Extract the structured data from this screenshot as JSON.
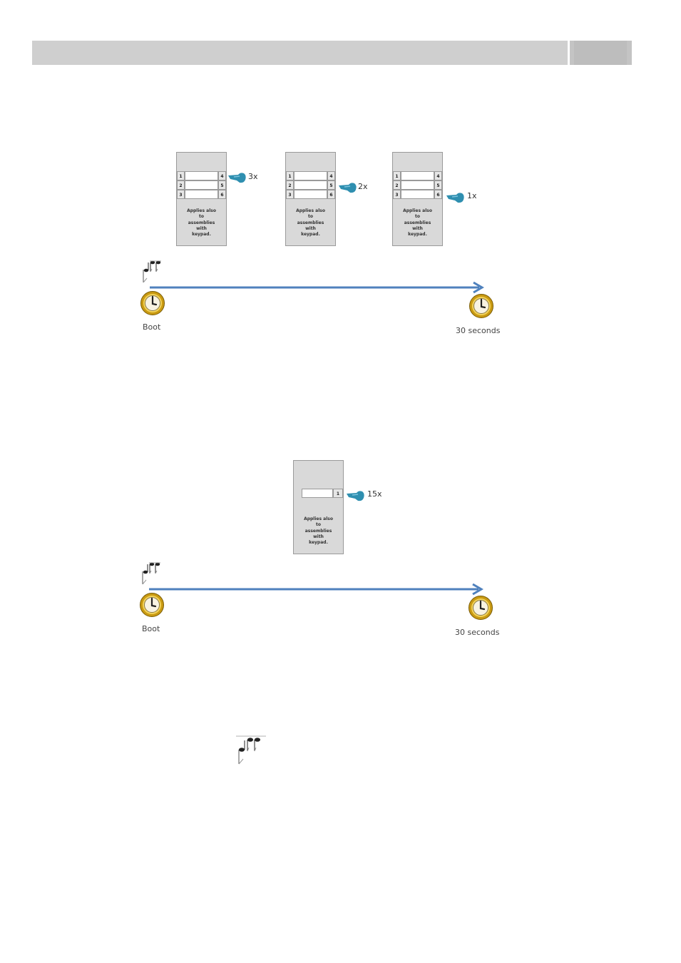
{
  "header": {
    "title": "",
    "page_number": ""
  },
  "section1": {
    "panels": [
      {
        "left_numbers": [
          "1",
          "2",
          "3"
        ],
        "right_numbers": [
          "4",
          "5",
          "6"
        ],
        "note": "Applies also\nto\nassemblies\nwith\nkeypad.",
        "press_count": "3x"
      },
      {
        "left_numbers": [
          "1",
          "2",
          "3"
        ],
        "right_numbers": [
          "4",
          "5",
          "6"
        ],
        "note": "Applies also\nto\nassemblies\nwith\nkeypad.",
        "press_count": "2x"
      },
      {
        "left_numbers": [
          "1",
          "2",
          "3"
        ],
        "right_numbers": [
          "4",
          "5",
          "6"
        ],
        "note": "Applies also\nto\nassemblies\nwith\nkeypad.",
        "press_count": "1x"
      }
    ],
    "timeline": {
      "start_label": "Boot",
      "end_label": "30 seconds"
    }
  },
  "section2": {
    "panel": {
      "button_number": "1",
      "note": "Applies also\nto\nassemblies\nwith\nkeypad.",
      "press_count": "15x"
    },
    "timeline": {
      "start_label": "Boot",
      "end_label": "30 seconds"
    }
  },
  "icons": {
    "clock": "clock-icon",
    "tone": "music-notes-icon",
    "finger": "pointing-finger-icon"
  },
  "colors": {
    "arrow": "#4f81bd",
    "clock_ring": "#d4a017",
    "finger": "#2f8fb0"
  }
}
